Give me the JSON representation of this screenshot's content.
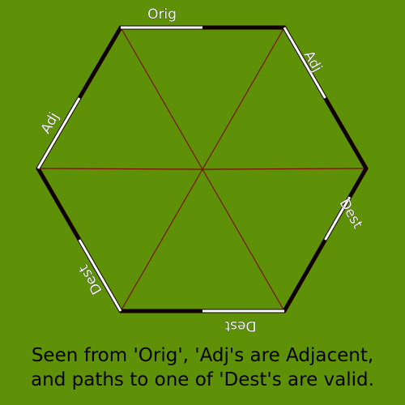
{
  "colors": {
    "background": "#5f9108",
    "hex_outline": "#120000",
    "spoke": "#7a1000",
    "highlight": "#ffffff",
    "label_fill": "#ffffff",
    "caption_text": "#000000"
  },
  "edges": [
    {
      "id": "top",
      "label": "Orig"
    },
    {
      "id": "upper-right",
      "label": "Adj"
    },
    {
      "id": "lower-right",
      "label": "Dest"
    },
    {
      "id": "bottom",
      "label": "Dest"
    },
    {
      "id": "lower-left",
      "label": "Dest"
    },
    {
      "id": "upper-left",
      "label": "Adj"
    }
  ],
  "caption": {
    "line1": "Seen from 'Orig', 'Adj's are Adjacent,",
    "line2": "and paths to one of 'Dest's are valid."
  }
}
